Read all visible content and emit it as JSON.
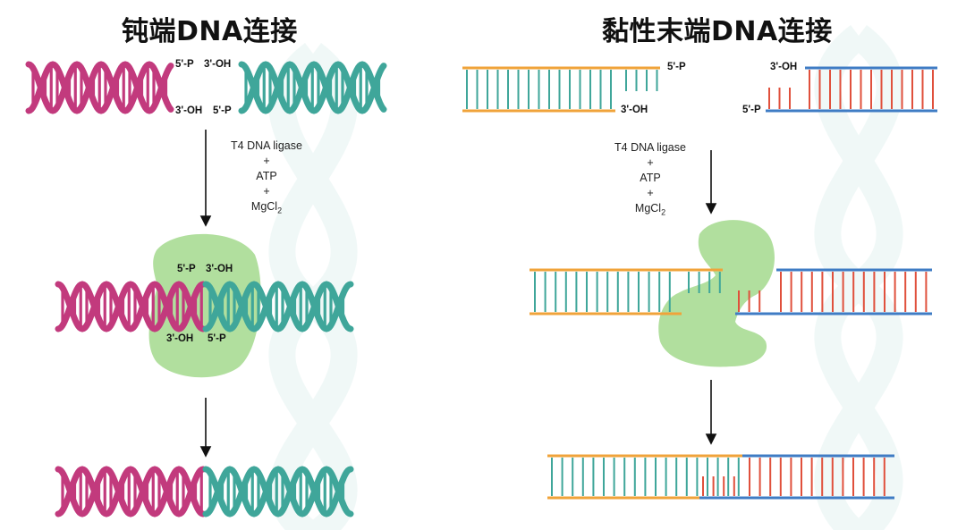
{
  "colors": {
    "magenta": "#C23A7D",
    "teal": "#3FA69A",
    "orange": "#F0A33A",
    "blue": "#3F7CC4",
    "red": "#E0503C",
    "ligase": "#A8DC94",
    "arrow": "#111111"
  },
  "blunt": {
    "title": "钝端DNA连接",
    "top_left_label": "5'-P",
    "top_right_label": "3'-OH",
    "bottom_left_label": "3'-OH",
    "bottom_right_label": "5'-P",
    "mid_top_left_label": "5'-P",
    "mid_top_right_label": "3'-OH",
    "mid_bottom_left_label": "3'-OH",
    "mid_bottom_right_label": "5'-P",
    "reagents": {
      "enzyme": "T4 DNA ligase",
      "plus1": "+",
      "atp": "ATP",
      "plus2": "+",
      "mg_main": "MgCl",
      "mg_sub": "2"
    }
  },
  "sticky": {
    "title": "黏性末端DNA连接",
    "left_top_label": "5'-P",
    "left_bottom_label": "3'-OH",
    "right_top_label": "3'-OH",
    "right_bottom_label": "5'-P",
    "reagents": {
      "enzyme": "T4 DNA ligase",
      "plus1": "+",
      "atp": "ATP",
      "plus2": "+",
      "mg_main": "MgCl",
      "mg_sub": "2"
    }
  },
  "icons": [
    "down-arrow-icon",
    "ligase-enzyme-icon",
    "dna-helix-icon"
  ]
}
